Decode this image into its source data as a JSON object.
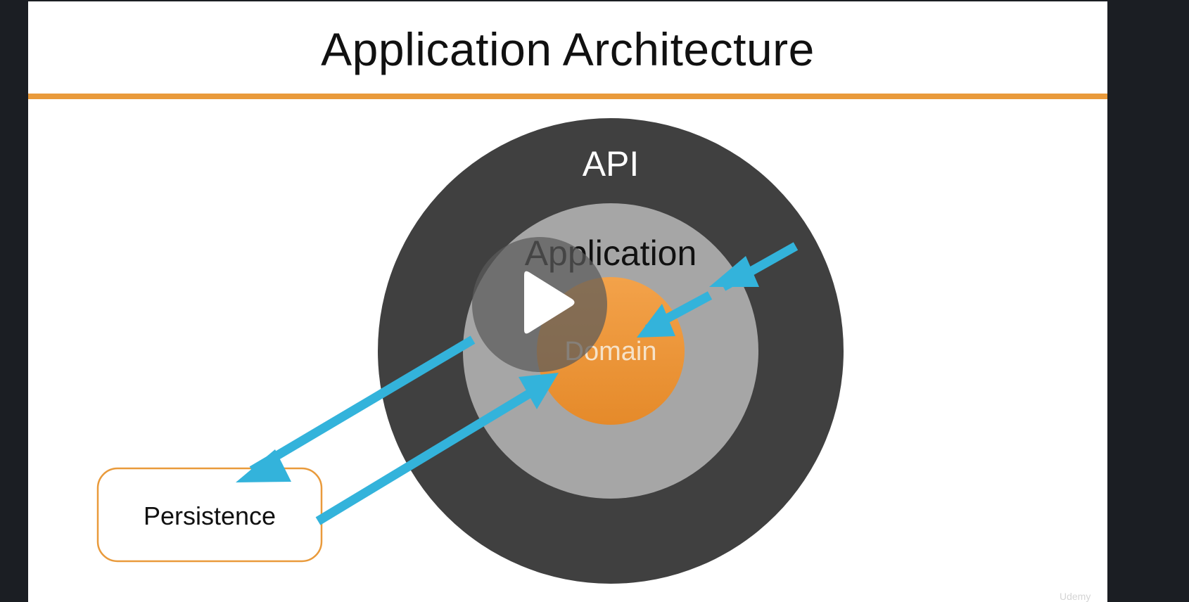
{
  "slide": {
    "title": "Application Architecture",
    "layers": {
      "api": "API",
      "application": "Application",
      "domain": "Domain"
    },
    "external": {
      "persistence": "Persistence"
    },
    "watermark": "Udemy"
  },
  "player": {
    "play_icon": "play-icon"
  },
  "colors": {
    "accent_orange": "#e99a3b",
    "arrow_blue": "#33b3db",
    "api_ring": "#404040",
    "application_ring": "#a6a6a6",
    "domain_top": "#f3a24a",
    "domain_bottom": "#e58a2a",
    "background": "#1b1e23"
  }
}
